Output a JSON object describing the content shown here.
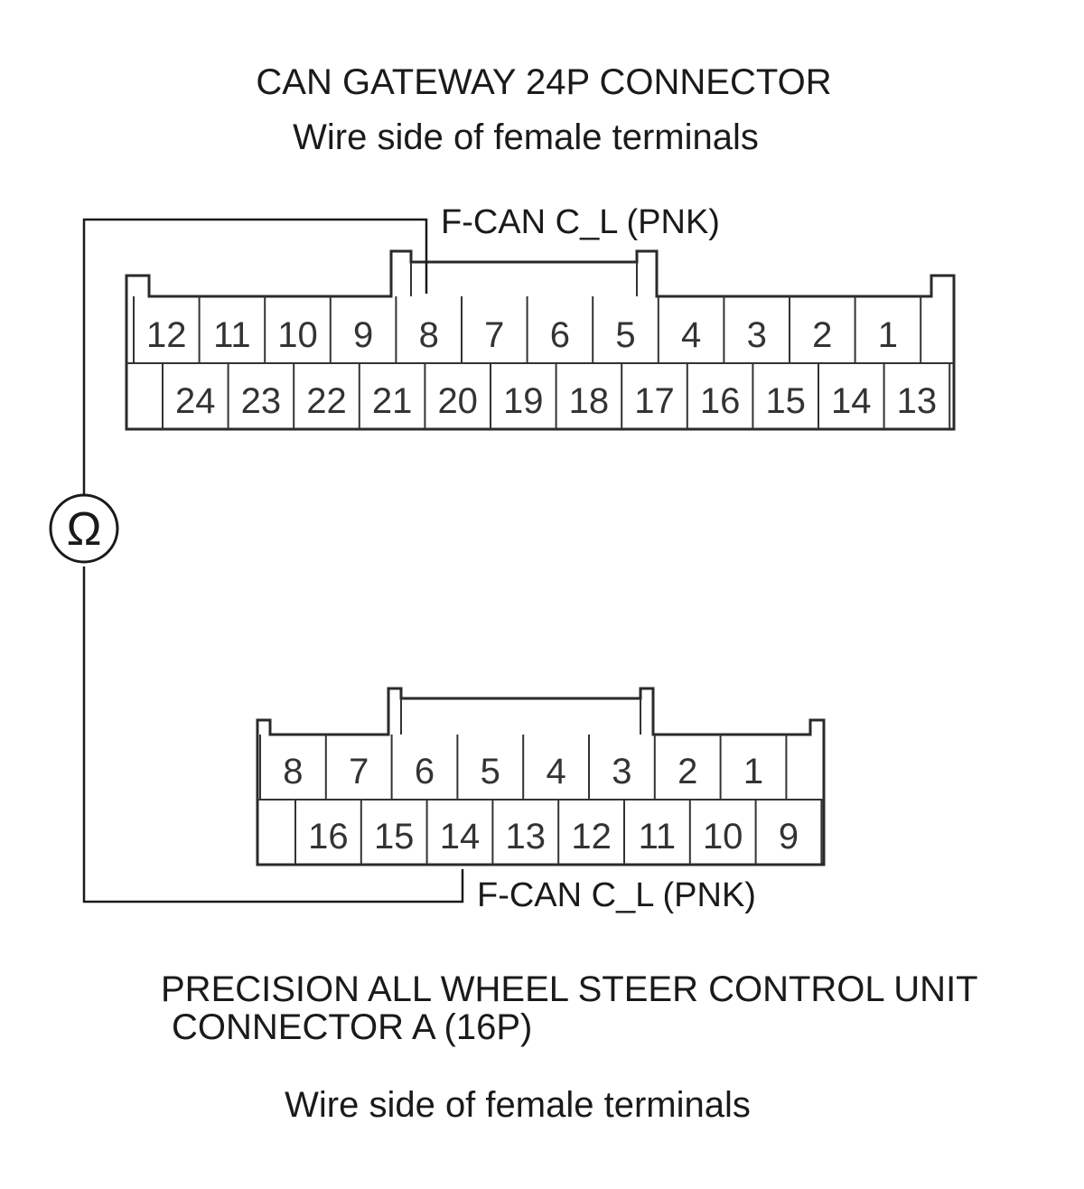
{
  "top_connector": {
    "title": "CAN GATEWAY 24P CONNECTOR",
    "subtitle": "Wire side of female terminals",
    "probe_label": "F-CAN C_L (PNK)",
    "row1": [
      "12",
      "11",
      "10",
      "9",
      "8",
      "7",
      "6",
      "5",
      "4",
      "3",
      "2",
      "1"
    ],
    "row2": [
      "24",
      "23",
      "22",
      "21",
      "20",
      "19",
      "18",
      "17",
      "16",
      "15",
      "14",
      "13"
    ]
  },
  "bottom_connector": {
    "probe_label": "F-CAN C_L (PNK)",
    "title_line1": "PRECISION ALL WHEEL STEER CONTROL UNIT",
    "title_line2": "CONNECTOR A (16P)",
    "subtitle": "Wire side of female terminals",
    "row1": [
      "8",
      "7",
      "6",
      "5",
      "4",
      "3",
      "2",
      "1"
    ],
    "row2": [
      "16",
      "15",
      "14",
      "13",
      "12",
      "11",
      "10",
      "9"
    ]
  },
  "meter": {
    "symbol": "Ω"
  }
}
